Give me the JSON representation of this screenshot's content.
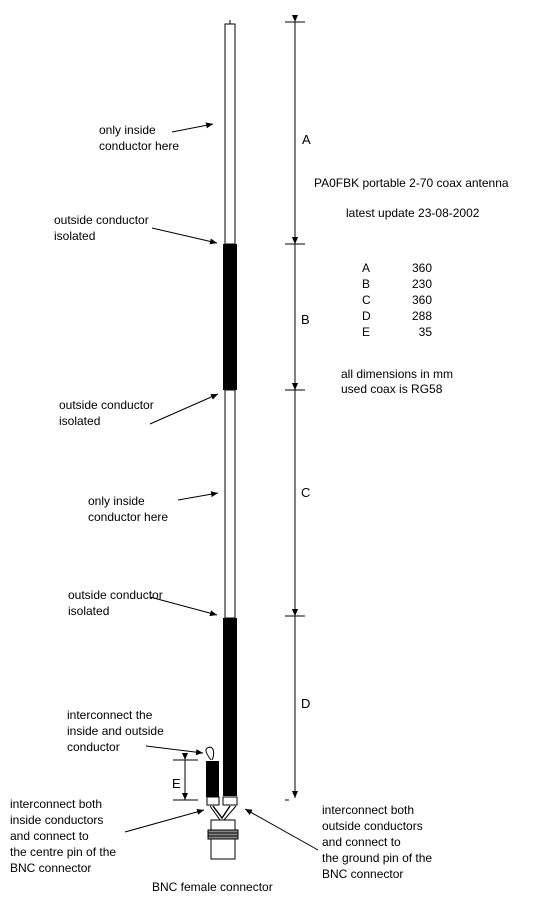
{
  "diagram": {
    "title": "PA0FBK portable 2-70 coax antenna",
    "update": "latest update 23-08-2002",
    "dimensions_table": [
      {
        "key": "A",
        "value": "360"
      },
      {
        "key": "B",
        "value": "230"
      },
      {
        "key": "C",
        "value": "360"
      },
      {
        "key": "D",
        "value": "288"
      },
      {
        "key": "E",
        "value": "35"
      }
    ],
    "notes": {
      "units": "all dimensions in mm",
      "coax": "used coax is RG58"
    },
    "dimension_letters": {
      "a": "A",
      "b": "B",
      "c": "C",
      "d": "D",
      "e": "E"
    },
    "labels": {
      "inside_top": "only inside\nconductor here",
      "isolated_1": "outside conductor\n isolated",
      "isolated_2": "outside conductor\n isolated",
      "inside_mid": "only inside\nconductor here",
      "isolated_3": "outside conductor\n isolated",
      "interconnect": "interconnect the\ninside and outside\nconductor",
      "centre_pin": "interconnect both\ninside conductors\nand connect to\nthe centre pin of the\nBNC connector",
      "ground_pin": "interconnect both\noutside conductors\nand connect to\nthe ground pin of the\nBNC connector",
      "bnc": "BNC female connector"
    }
  }
}
